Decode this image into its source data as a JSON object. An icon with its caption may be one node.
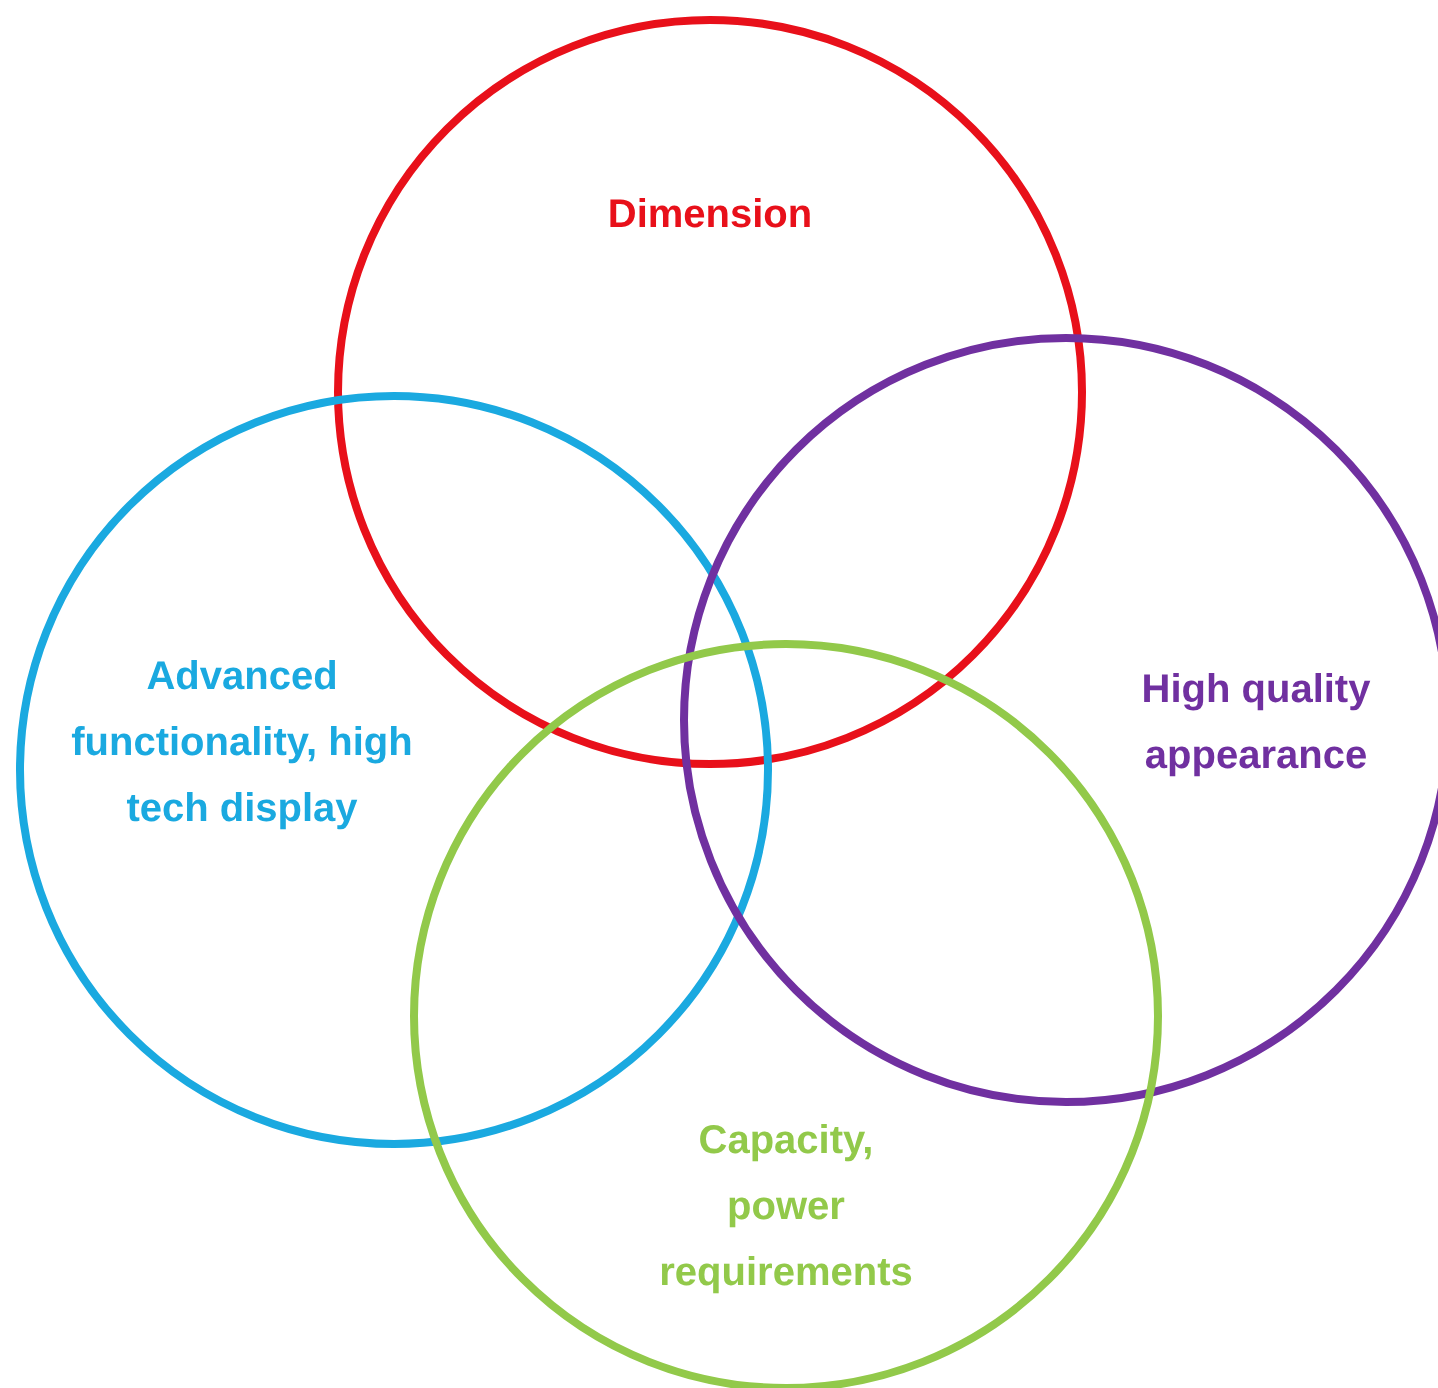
{
  "diagram": {
    "nodes": [
      {
        "text": [
          "Dimension"
        ]
      },
      {
        "text": [
          "Advanced functionality, high tech display"
        ]
      },
      {
        "text": [
          "High quality appearance"
        ]
      },
      {
        "text": [
          "Capacity, power requirements"
        ]
      }
    ]
  }
}
